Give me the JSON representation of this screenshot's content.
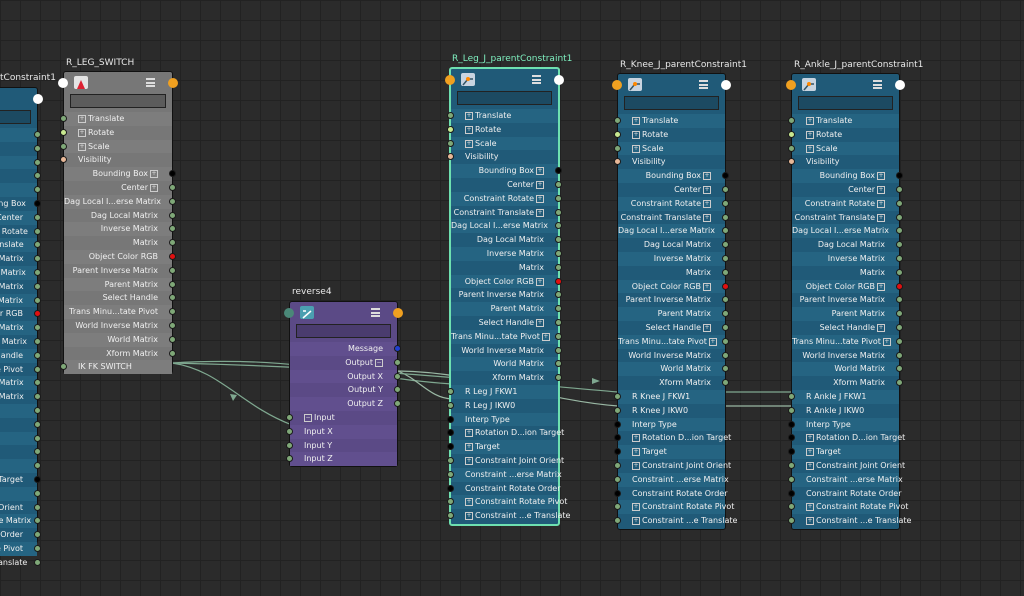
{
  "nodes": {
    "partial_left": {
      "title": "tConstraint1",
      "rows": [
        {
          "label": "",
          "side": "right"
        },
        {
          "label": "",
          "side": "right"
        },
        {
          "label": "",
          "side": "right"
        },
        {
          "label": "",
          "side": "right"
        },
        {
          "label": "",
          "side": "right"
        },
        {
          "label": "ding Box",
          "side": "right"
        },
        {
          "label": "Center",
          "side": "right"
        },
        {
          "label": "nt Rotate",
          "side": "right"
        },
        {
          "label": "ranslate",
          "side": "right"
        },
        {
          "label": "e Matrix",
          "side": "right"
        },
        {
          "label": "al Matrix",
          "side": "right"
        },
        {
          "label": "e Matrix",
          "side": "right"
        },
        {
          "label": "Matrix",
          "side": "right"
        },
        {
          "label": "lor RGB",
          "side": "right"
        },
        {
          "label": "e Matrix",
          "side": "right"
        },
        {
          "label": "nt Matrix",
          "side": "right"
        },
        {
          "label": "Handle",
          "side": "right"
        },
        {
          "label": "e Pivot",
          "side": "right"
        },
        {
          "label": "e Matrix",
          "side": "right"
        },
        {
          "label": "d Matrix",
          "side": "right"
        },
        {
          "label": "",
          "side": "right"
        },
        {
          "label": "",
          "side": "right"
        },
        {
          "label": "",
          "side": "right"
        },
        {
          "label": "",
          "side": "right"
        },
        {
          "label": "",
          "side": "right"
        },
        {
          "label": "Target",
          "side": "right"
        },
        {
          "label": "",
          "side": "right"
        },
        {
          "label": "t Orient",
          "side": "right"
        },
        {
          "label": "rse Matrix",
          "side": "right"
        },
        {
          "label": "e Order",
          "side": "right"
        },
        {
          "label": "e Pivot",
          "side": "right"
        },
        {
          "label": "Translate",
          "side": "right"
        }
      ]
    },
    "r_leg_switch": {
      "title": "R_LEG_SWITCH",
      "rows": [
        {
          "label": "Translate",
          "side": "left",
          "exp": "+"
        },
        {
          "label": "Rotate",
          "side": "left",
          "exp": "+"
        },
        {
          "label": "Scale",
          "side": "left",
          "exp": "+"
        },
        {
          "label": "Visibility",
          "side": "left"
        },
        {
          "label": "Bounding Box",
          "side": "right",
          "exp": "+"
        },
        {
          "label": "Center",
          "side": "right",
          "exp": "+"
        },
        {
          "label": "Dag Local I...erse Matrix",
          "side": "right"
        },
        {
          "label": "Dag Local Matrix",
          "side": "right"
        },
        {
          "label": "Inverse Matrix",
          "side": "right"
        },
        {
          "label": "Matrix",
          "side": "right"
        },
        {
          "label": "Object Color RGB",
          "side": "right"
        },
        {
          "label": "Parent Inverse Matrix",
          "side": "right"
        },
        {
          "label": "Parent Matrix",
          "side": "right"
        },
        {
          "label": "Select Handle",
          "side": "right"
        },
        {
          "label": "Trans Minu...tate Pivot",
          "side": "right"
        },
        {
          "label": "World Inverse Matrix",
          "side": "right"
        },
        {
          "label": "World Matrix",
          "side": "right"
        },
        {
          "label": "Xform Matrix",
          "side": "right"
        },
        {
          "label": "IK FK SWITCH",
          "side": "left"
        }
      ]
    },
    "reverse4": {
      "title": "reverse4",
      "rows": [
        {
          "label": "Message",
          "side": "right"
        },
        {
          "label": "Output",
          "side": "right",
          "exp": "-"
        },
        {
          "label": "Output X",
          "side": "right"
        },
        {
          "label": "Output Y",
          "side": "right"
        },
        {
          "label": "Output Z",
          "side": "right"
        },
        {
          "label": "Input",
          "side": "left",
          "exp": "-"
        },
        {
          "label": "Input X",
          "side": "left"
        },
        {
          "label": "Input Y",
          "side": "left"
        },
        {
          "label": "Input Z",
          "side": "left"
        }
      ]
    },
    "r_leg_constraint": {
      "title": "R_Leg_J_parentConstraint1",
      "rows": [
        {
          "label": "Translate",
          "side": "left",
          "exp": "+"
        },
        {
          "label": "Rotate",
          "side": "left",
          "exp": "+"
        },
        {
          "label": "Scale",
          "side": "left",
          "exp": "+"
        },
        {
          "label": "Visibility",
          "side": "left"
        },
        {
          "label": "Bounding Box",
          "side": "right",
          "exp": "+"
        },
        {
          "label": "Center",
          "side": "right",
          "exp": "+"
        },
        {
          "label": "Constraint Rotate",
          "side": "right",
          "exp": "+"
        },
        {
          "label": "Constraint Translate",
          "side": "right",
          "exp": "+"
        },
        {
          "label": "Dag Local I...erse Matrix",
          "side": "right"
        },
        {
          "label": "Dag Local Matrix",
          "side": "right"
        },
        {
          "label": "Inverse Matrix",
          "side": "right"
        },
        {
          "label": "Matrix",
          "side": "right"
        },
        {
          "label": "Object Color RGB",
          "side": "right",
          "exp": "+"
        },
        {
          "label": "Parent Inverse Matrix",
          "side": "right"
        },
        {
          "label": "Parent Matrix",
          "side": "right"
        },
        {
          "label": "Select Handle",
          "side": "right",
          "exp": "+"
        },
        {
          "label": "Trans Minu...tate Pivot",
          "side": "right",
          "exp": "+"
        },
        {
          "label": "World Inverse Matrix",
          "side": "right"
        },
        {
          "label": "World Matrix",
          "side": "right"
        },
        {
          "label": "Xform Matrix",
          "side": "right"
        },
        {
          "label": "R Leg J FKW1",
          "side": "left"
        },
        {
          "label": "R Leg J IKW0",
          "side": "left"
        },
        {
          "label": "Interp Type",
          "side": "left"
        },
        {
          "label": "Rotation D...ion Target",
          "side": "left",
          "exp": "+"
        },
        {
          "label": "Target",
          "side": "left",
          "exp": "+"
        },
        {
          "label": "Constraint Joint Orient",
          "side": "left",
          "exp": "+"
        },
        {
          "label": "Constraint ...erse Matrix",
          "side": "left"
        },
        {
          "label": "Constraint Rotate Order",
          "side": "left"
        },
        {
          "label": "Constraint Rotate Pivot",
          "side": "left",
          "exp": "+"
        },
        {
          "label": "Constraint ...e Translate",
          "side": "left",
          "exp": "+"
        }
      ]
    },
    "r_knee_constraint": {
      "title": "R_Knee_J_parentConstraint1",
      "rows": [
        {
          "label": "Translate",
          "side": "left",
          "exp": "+"
        },
        {
          "label": "Rotate",
          "side": "left",
          "exp": "+"
        },
        {
          "label": "Scale",
          "side": "left",
          "exp": "+"
        },
        {
          "label": "Visibility",
          "side": "left"
        },
        {
          "label": "Bounding Box",
          "side": "right",
          "exp": "+"
        },
        {
          "label": "Center",
          "side": "right",
          "exp": "+"
        },
        {
          "label": "Constraint Rotate",
          "side": "right",
          "exp": "+"
        },
        {
          "label": "Constraint Translate",
          "side": "right",
          "exp": "+"
        },
        {
          "label": "Dag Local I...erse Matrix",
          "side": "right"
        },
        {
          "label": "Dag Local Matrix",
          "side": "right"
        },
        {
          "label": "Inverse Matrix",
          "side": "right"
        },
        {
          "label": "Matrix",
          "side": "right"
        },
        {
          "label": "Object Color RGB",
          "side": "right",
          "exp": "+"
        },
        {
          "label": "Parent Inverse Matrix",
          "side": "right"
        },
        {
          "label": "Parent Matrix",
          "side": "right"
        },
        {
          "label": "Select Handle",
          "side": "right",
          "exp": "+"
        },
        {
          "label": "Trans Minu...tate Pivot",
          "side": "right",
          "exp": "+"
        },
        {
          "label": "World Inverse Matrix",
          "side": "right"
        },
        {
          "label": "World Matrix",
          "side": "right"
        },
        {
          "label": "Xform Matrix",
          "side": "right"
        },
        {
          "label": "R Knee J FKW1",
          "side": "left"
        },
        {
          "label": "R Knee J IKW0",
          "side": "left"
        },
        {
          "label": "Interp Type",
          "side": "left"
        },
        {
          "label": "Rotation D...ion Target",
          "side": "left",
          "exp": "+"
        },
        {
          "label": "Target",
          "side": "left",
          "exp": "+"
        },
        {
          "label": "Constraint Joint Orient",
          "side": "left",
          "exp": "+"
        },
        {
          "label": "Constraint ...erse Matrix",
          "side": "left"
        },
        {
          "label": "Constraint Rotate Order",
          "side": "left"
        },
        {
          "label": "Constraint Rotate Pivot",
          "side": "left",
          "exp": "+"
        },
        {
          "label": "Constraint ...e Translate",
          "side": "left",
          "exp": "+"
        }
      ]
    },
    "r_ankle_constraint": {
      "title": "R_Ankle_J_parentConstraint1",
      "rows": [
        {
          "label": "Translate",
          "side": "left",
          "exp": "+"
        },
        {
          "label": "Rotate",
          "side": "left",
          "exp": "+"
        },
        {
          "label": "Scale",
          "side": "left",
          "exp": "+"
        },
        {
          "label": "Visibility",
          "side": "left"
        },
        {
          "label": "Bounding Box",
          "side": "right",
          "exp": "+"
        },
        {
          "label": "Center",
          "side": "right",
          "exp": "+"
        },
        {
          "label": "Constraint Rotate",
          "side": "right",
          "exp": "+"
        },
        {
          "label": "Constraint Translate",
          "side": "right",
          "exp": "+"
        },
        {
          "label": "Dag Local I...erse Matrix",
          "side": "right"
        },
        {
          "label": "Dag Local Matrix",
          "side": "right"
        },
        {
          "label": "Inverse Matrix",
          "side": "right"
        },
        {
          "label": "Matrix",
          "side": "right"
        },
        {
          "label": "Object Color RGB",
          "side": "right",
          "exp": "+"
        },
        {
          "label": "Parent Inverse Matrix",
          "side": "right"
        },
        {
          "label": "Parent Matrix",
          "side": "right"
        },
        {
          "label": "Select Handle",
          "side": "right",
          "exp": "+"
        },
        {
          "label": "Trans Minu...tate Pivot",
          "side": "right",
          "exp": "+"
        },
        {
          "label": "World Inverse Matrix",
          "side": "right"
        },
        {
          "label": "World Matrix",
          "side": "right"
        },
        {
          "label": "Xform Matrix",
          "side": "right"
        },
        {
          "label": "R Ankle J FKW1",
          "side": "left"
        },
        {
          "label": "R Ankle J IKW0",
          "side": "left"
        },
        {
          "label": "Interp Type",
          "side": "left"
        },
        {
          "label": "Rotation D...ion Target",
          "side": "left",
          "exp": "+"
        },
        {
          "label": "Target",
          "side": "left",
          "exp": "+"
        },
        {
          "label": "Constraint Joint Orient",
          "side": "left",
          "exp": "+"
        },
        {
          "label": "Constraint ...erse Matrix",
          "side": "left"
        },
        {
          "label": "Constraint Rotate Order",
          "side": "left"
        },
        {
          "label": "Constraint Rotate Pivot",
          "side": "left",
          "exp": "+"
        },
        {
          "label": "Constraint ...e Translate",
          "side": "left",
          "exp": "+"
        }
      ]
    }
  },
  "colors": {
    "canvas": "#2b2b2b",
    "constraint_node": "#205a78",
    "transform_node": "#777777",
    "reverse_node": "#5b4a86",
    "selection": "#6ee0b0",
    "wire": "#7fa890",
    "orange_port": "#f0a020"
  },
  "icons": {
    "constraint": "parent-constraint-icon",
    "transform": "transform-icon",
    "reverse": "reverse-icon",
    "menu": "hamburger-icon"
  }
}
